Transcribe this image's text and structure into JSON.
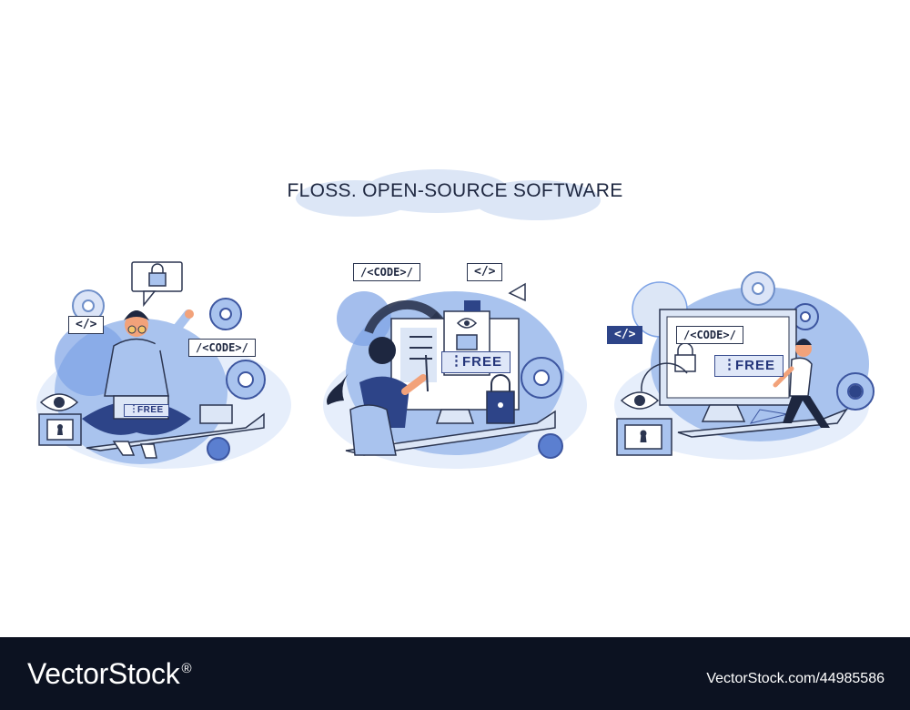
{
  "header": {
    "title": "FLOSS. OPEN-SOURCE SOFTWARE"
  },
  "scenes": [
    {
      "code_tag": "/<CODE>/",
      "html_tag": "</>",
      "free_badge": "FREE"
    },
    {
      "code_tag": "/<CODE>/",
      "html_tag": "</>",
      "free_badge": "FREE"
    },
    {
      "code_tag": "/<CODE>/",
      "html_tag": "</>",
      "free_badge": "FREE"
    }
  ],
  "footer": {
    "brand": "VectorStock",
    "brand_mark": "®",
    "asset_id": "VectorStock.com/44985586"
  },
  "colors": {
    "primary": "#2d4488",
    "light_blue": "#a9c3ee",
    "pale_blue": "#dce6f6",
    "ink": "#1e2740",
    "footer_bg": "#0c1221"
  }
}
